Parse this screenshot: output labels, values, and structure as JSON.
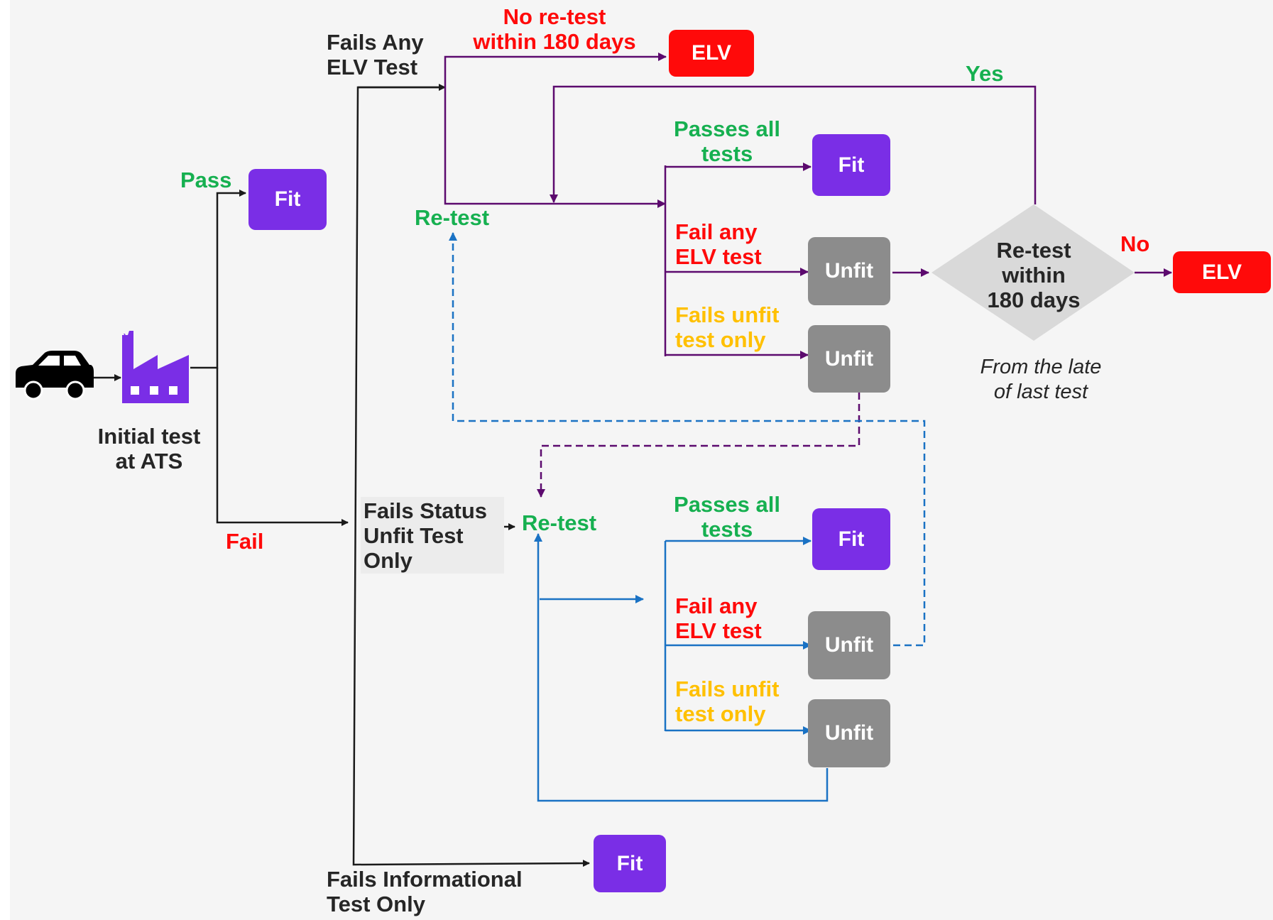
{
  "colors": {
    "fit": "#7a2ee6",
    "unfit": "#8c8c8c",
    "elv": "#ff0a0a",
    "pass_green": "#16b050",
    "fail_red": "#ff0a0a",
    "unfit_yellow": "#ffc000",
    "elv_path_purple": "#5c0a6e",
    "status_path_blue": "#1a72c4",
    "neutral_line": "#1a1a1a"
  },
  "start": {
    "icons": [
      "car-icon",
      "factory-icon"
    ],
    "label": "Initial test\nat ATS"
  },
  "initial_branch": {
    "pass_label": "Pass",
    "pass_result": "Fit",
    "fail_label": "Fail"
  },
  "fail_categories": {
    "any_elv": "Fails Any\nELV Test",
    "status_unfit": "Fails Status\nUnfit Test\nOnly",
    "informational": "Fails Informational\nTest Only",
    "informational_result": "Fit"
  },
  "elv_path": {
    "no_retest_label": "No re-test\nwithin 180 days",
    "no_retest_result": "ELV",
    "retest_label": "Re-test",
    "passes_label": "Passes all\ntests",
    "passes_result": "Fit",
    "fail_elv_label": "Fail any\nELV test",
    "fail_elv_result": "Unfit",
    "fails_unfit_label": "Fails unfit\ntest only",
    "fails_unfit_result": "Unfit",
    "decision_label": "Re-test\nwithin\n180 days",
    "decision_yes": "Yes",
    "decision_no": "No",
    "decision_no_result": "ELV",
    "decision_note": "From the late\nof last test"
  },
  "status_path": {
    "retest_label": "Re-test",
    "passes_label": "Passes all\ntests",
    "passes_result": "Fit",
    "fail_elv_label": "Fail any\nELV test",
    "fail_elv_result": "Unfit",
    "fails_unfit_label": "Fails unfit\ntest only",
    "fails_unfit_result": "Unfit"
  }
}
